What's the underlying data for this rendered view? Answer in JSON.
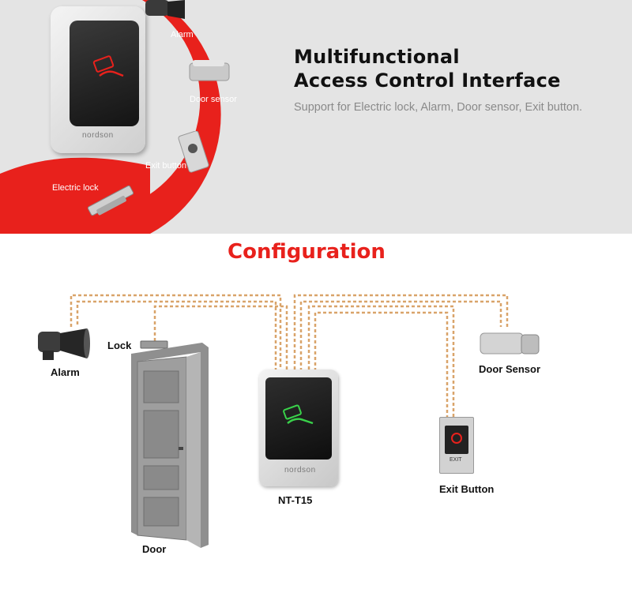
{
  "hero": {
    "title_line1": "Multifunctional",
    "title_line2": "Access Control Interface",
    "subtitle": "Support for Electric lock, Alarm, Door sensor, Exit button.",
    "arc_labels": {
      "alarm": "Alarm",
      "door_sensor": "Door sensor",
      "exit_button": "Exit button",
      "electric_lock": "Electric lock"
    },
    "device_brand": "nordson"
  },
  "configuration": {
    "title": "Configuration",
    "labels": {
      "alarm": "Alarm",
      "lock": "Lock",
      "door": "Door",
      "device": "NT-T15",
      "door_sensor": "Door Sensor",
      "exit_button": "Exit Button"
    },
    "device_brand": "nordson",
    "exit_plate_text": "EXIT"
  },
  "colors": {
    "accent_red": "#e8211c",
    "wire": "#d9a46a",
    "hero_bg": "#e4e4e4"
  },
  "icons": {
    "card_reader": "hand-card-icon",
    "alarm": "siren-horn-icon",
    "door_sensor": "magnetic-sensor-icon",
    "exit_button": "push-button-icon",
    "lock": "magnetic-lock-icon"
  }
}
